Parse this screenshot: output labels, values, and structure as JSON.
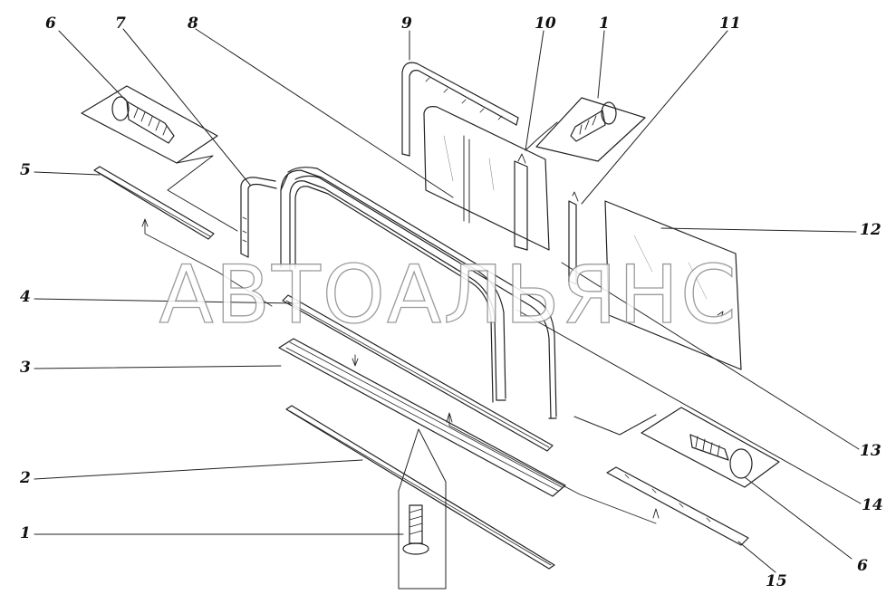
{
  "watermark": "АВТОАЛЬЯНС",
  "callouts": {
    "c6_top": "6",
    "c7": "7",
    "c8": "8",
    "c9": "9",
    "c10": "10",
    "c1_top": "1",
    "c11": "11",
    "c5": "5",
    "c12": "12",
    "c4": "4",
    "c3": "3",
    "c13": "13",
    "c2": "2",
    "c14": "14",
    "c1_bottom": "1",
    "c15": "15",
    "c6_bottom": "6"
  },
  "parts": [
    {
      "id": "1",
      "name": "screw"
    },
    {
      "id": "2",
      "name": "seal-strip"
    },
    {
      "id": "3",
      "name": "channel-profile"
    },
    {
      "id": "4",
      "name": "seal-strip"
    },
    {
      "id": "5",
      "name": "seal-strip"
    },
    {
      "id": "6",
      "name": "bolt"
    },
    {
      "id": "7",
      "name": "seal-profile"
    },
    {
      "id": "8",
      "name": "window-frame"
    },
    {
      "id": "9",
      "name": "seal-profile"
    },
    {
      "id": "10",
      "name": "sliding-glass"
    },
    {
      "id": "11",
      "name": "seal-strip"
    },
    {
      "id": "12",
      "name": "fixed-glass"
    },
    {
      "id": "13",
      "name": "frame-tube"
    },
    {
      "id": "14",
      "name": "bolt"
    },
    {
      "id": "15",
      "name": "felt-strip"
    }
  ]
}
